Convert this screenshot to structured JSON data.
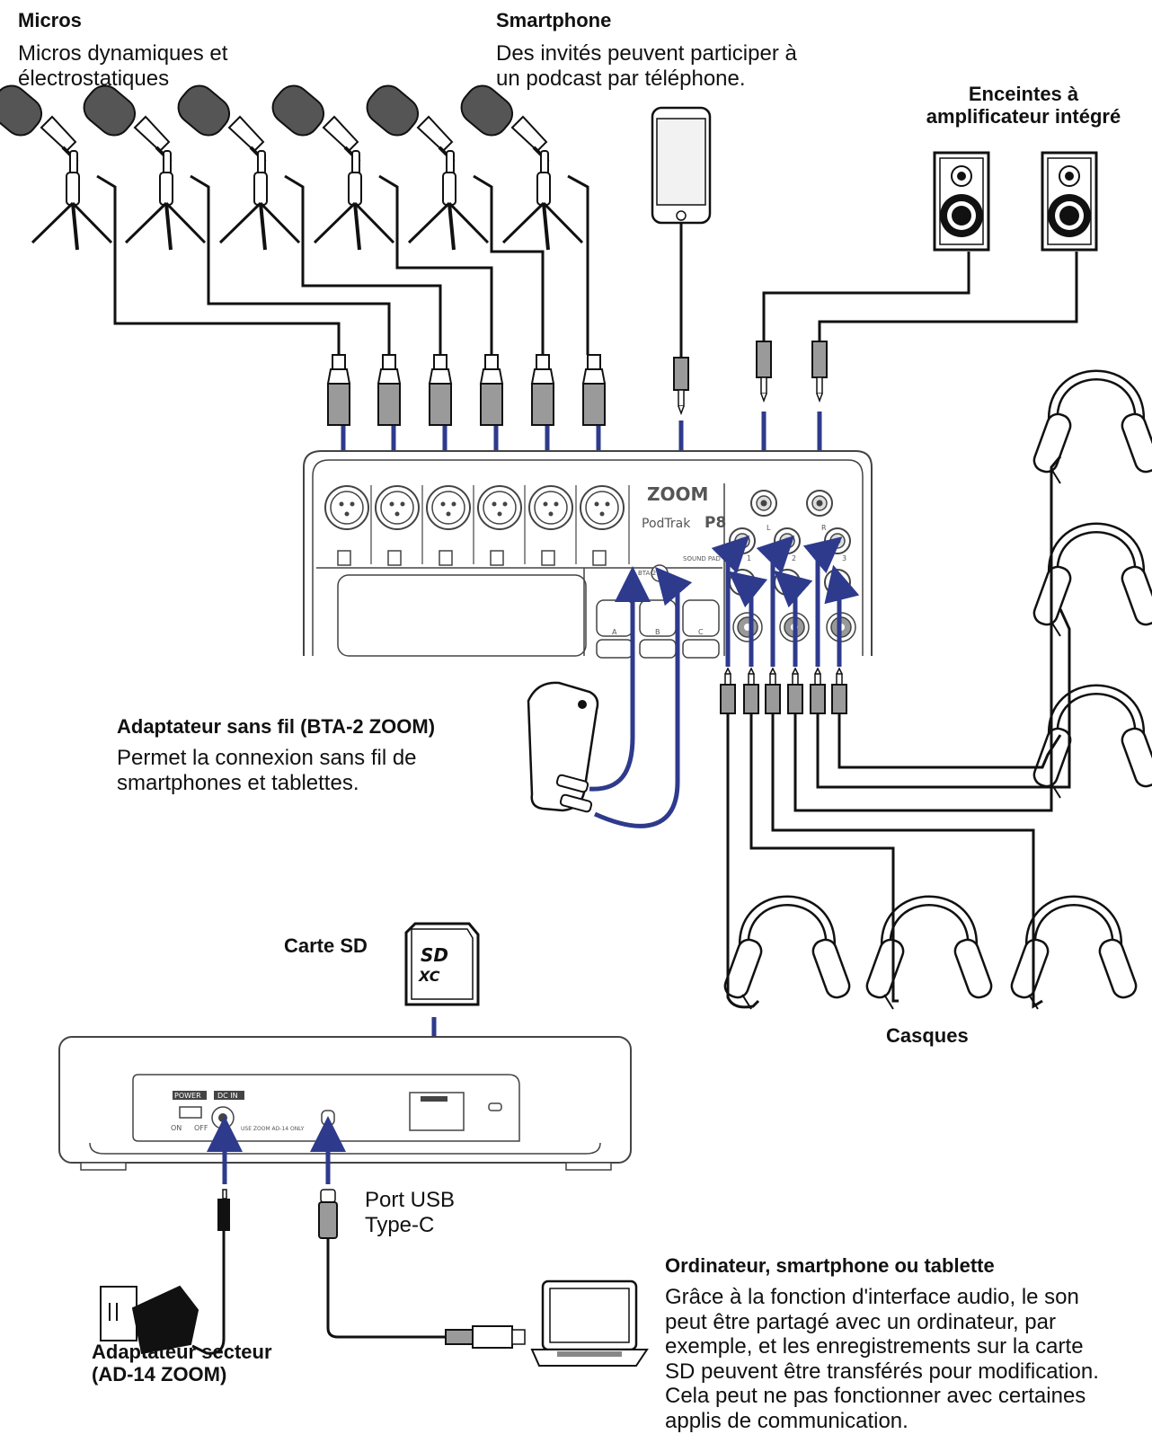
{
  "colors": {
    "arrow": "#2e3a8c",
    "line": "#111111",
    "device": "#444444",
    "fill_light": "#f2f2f2",
    "plug": "#9a9a9a"
  },
  "labels": {
    "micros": {
      "title": "Micros",
      "desc": "Micros dynamiques et\nélectrostatiques"
    },
    "smartphone": {
      "title": "Smartphone",
      "desc": "Des invités peuvent participer à\nun podcast par téléphone."
    },
    "speakers": {
      "title": "Enceintes à\namplificateur intégré"
    },
    "bta": {
      "title": "Adaptateur sans fil (BTA-2 ZOOM)",
      "desc": "Permet la connexion sans fil de\nsmartphones et tablettes."
    },
    "sd": {
      "title": "Carte SD"
    },
    "headphones": {
      "title": "Casques"
    },
    "usb": {
      "desc": "Port USB\nType-C"
    },
    "computer": {
      "title": "Ordinateur, smartphone ou tablette",
      "desc": "Grâce à la fonction d'interface audio, le son\npeut être partagé avec un ordinateur, par\nexemple, et les enregistrements sur la carte\nSD peuvent être transférés pour modification.\nCela peut ne pas fonctionner avec certaines\napplis de communication."
    },
    "adapter": {
      "title": "Adaptateur secteur\n(AD-14 ZOOM)"
    }
  },
  "device_top": {
    "brand": "ZOOM",
    "model_prefix": "PodTrak",
    "model": "P8",
    "sound_pad": "SOUND PAD",
    "bta_label": "BTA-2",
    "pad_labels": [
      "A",
      "B",
      "C"
    ],
    "speaker_out": [
      "L",
      "R"
    ],
    "headphone_out": [
      "1",
      "2",
      "3"
    ]
  },
  "device_rear": {
    "power": "POWER",
    "on": "ON",
    "off": "OFF",
    "dc_in": "DC IN",
    "adapter_note": "USE ZOOM AD-14 ONLY"
  },
  "sd_card": {
    "logo": "SD",
    "sub": "XC"
  }
}
